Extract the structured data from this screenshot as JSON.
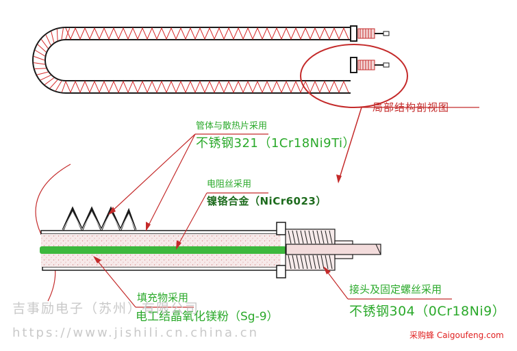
{
  "labels": {
    "detail_view": "局部结构剖视图",
    "tube_title": "管体与散热片采用",
    "tube_material": "不锈钢321（1Cr18Ni9Ti）",
    "wire_title": "电阻丝采用",
    "wire_material": "镍铬合金（NiCr6023）",
    "filler_title": "填充物采用",
    "filler_material": "电工结晶氧化镁粉（Sg-9）",
    "joint_title": "接头及固定螺丝采用",
    "joint_material": "不锈钢304（0Cr18Ni9）"
  },
  "watermarks": {
    "company": "吉事励电子（苏州）有限公司",
    "url": "https://www.jishili.cn.china.cn",
    "brand": "采购蜂 Caigoufeng.com"
  },
  "colors": {
    "tube_outline": "#1a1a1a",
    "fin_red": "#d62b2b",
    "leader_red": "#c42a2a",
    "label_green": "#2aa92a",
    "wire_green": "#3db83d",
    "filler": "#f4e4e4",
    "brand_red": "#e02020"
  }
}
